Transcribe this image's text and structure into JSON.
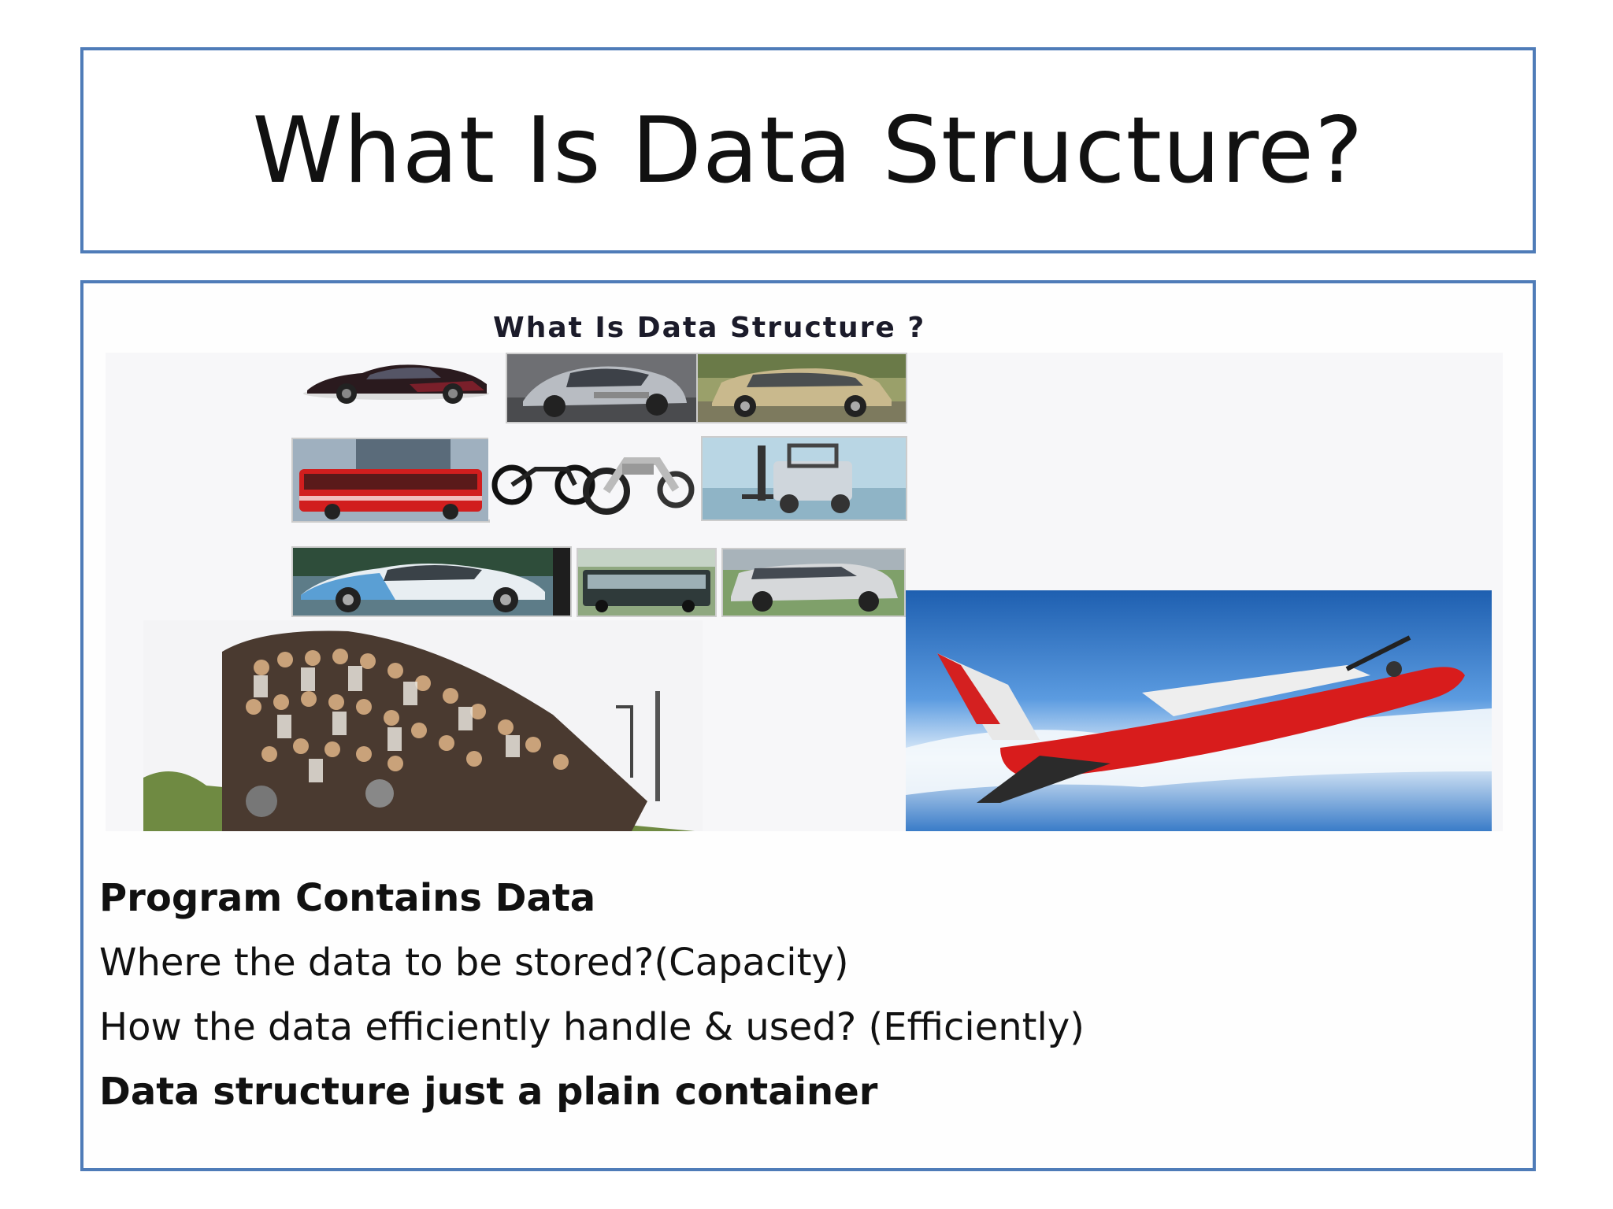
{
  "slide": {
    "title": "What Is Data Structure?"
  },
  "figure": {
    "caption": "What Is Data Structure ?",
    "images": [
      {
        "subject": "black-sedan"
      },
      {
        "subject": "silver-hatchback"
      },
      {
        "subject": "gold-suv"
      },
      {
        "subject": "red-bus"
      },
      {
        "subject": "motorcycles"
      },
      {
        "subject": "forklift"
      },
      {
        "subject": "blue-sedan"
      },
      {
        "subject": "green-bus"
      },
      {
        "subject": "silver-suv"
      },
      {
        "subject": "crowded-train"
      },
      {
        "subject": "airplane"
      }
    ]
  },
  "body": {
    "line1": "Program Contains Data",
    "line2": "Where the data to be stored?(Capacity)",
    "line3": "How the data efficiently handle & used? (Efficiently)",
    "line4": "Data structure just a plain container"
  }
}
